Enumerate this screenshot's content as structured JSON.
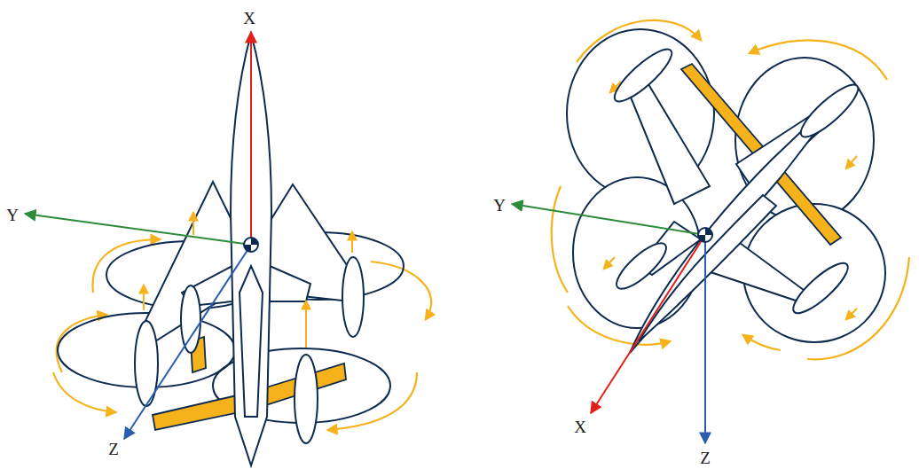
{
  "diagram": {
    "labels": [
      "X",
      "Y",
      "Z",
      "Y",
      "X",
      "Z"
    ]
  }
}
